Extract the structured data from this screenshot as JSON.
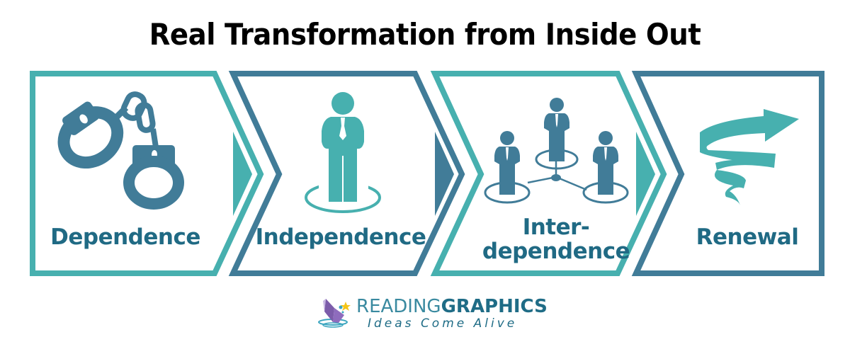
{
  "title": "Real Transformation from Inside Out",
  "colors": {
    "teal": "#47b0af",
    "blue": "#417c98",
    "label": "#206a84"
  },
  "stages": [
    {
      "label": "Dependence",
      "icon": "handcuffs-icon",
      "frame_color": "teal"
    },
    {
      "label": "Independence",
      "icon": "single-person-icon",
      "frame_color": "blue"
    },
    {
      "label_line1": "Inter-",
      "label_line2": "dependence",
      "icon": "connected-people-icon",
      "frame_color": "teal"
    },
    {
      "label": "Renewal",
      "icon": "spiral-arrow-icon",
      "frame_color": "blue"
    }
  ],
  "logo": {
    "brand_light": "READING",
    "brand_bold": "GRAPHICS",
    "tagline": "Ideas Come Alive"
  }
}
